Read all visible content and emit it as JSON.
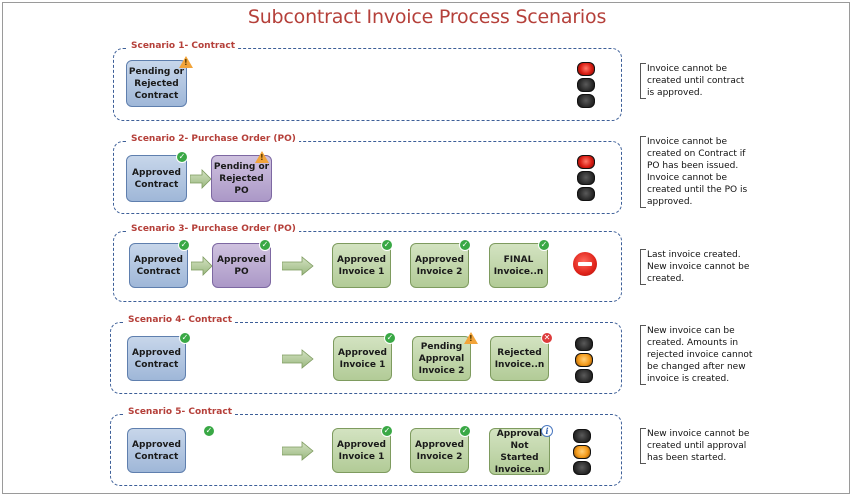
{
  "title": "Subcontract Invoice Process Scenarios",
  "scenarios": [
    {
      "label": "Scenario 1- Contract",
      "boxes": [
        "Pending or Rejected Contract"
      ],
      "light": "red",
      "note": [
        "Invoice cannot be",
        "created until contract",
        "is approved."
      ]
    },
    {
      "label": "Scenario 2- Purchase Order (PO)",
      "boxes": [
        "Approved Contract",
        "Pending or Rejected PO"
      ],
      "light": "red",
      "note": [
        "Invoice cannot be",
        "created on Contract if",
        "PO has been issued.",
        "Invoice cannot be",
        "created until the PO is",
        "approved."
      ]
    },
    {
      "label": "Scenario 3- Purchase Order (PO)",
      "boxes": [
        "Approved Contract",
        "Approved PO",
        "Approved Invoice 1",
        "Approved Invoice 2",
        "FINAL Invoice..n"
      ],
      "light": "stop",
      "note": [
        "Last invoice created.",
        "New invoice cannot be",
        "created."
      ]
    },
    {
      "label": "Scenario 4- Contract",
      "boxes": [
        "Approved Contract",
        "Approved Invoice 1",
        "Pending Approval Invoice 2",
        "Rejected Invoice..n"
      ],
      "light": "amber",
      "note": [
        "New invoice can be",
        "created.  Amounts in",
        "rejected invoice cannot",
        "be changed after new",
        "invoice is created."
      ]
    },
    {
      "label": "Scenario 5- Contract",
      "boxes": [
        "Approved Contract",
        "Approved Invoice 1",
        "Approved Invoice 2",
        "Approval Not Started Invoice..n"
      ],
      "light": "amber",
      "note": [
        "New invoice cannot be",
        "created until approval",
        "has been started."
      ]
    }
  ],
  "colors": {
    "title": "#b5403a",
    "contract_box": "#9fb7d8",
    "po_box": "#ab98c7",
    "invoice_box": "#b2cb97",
    "frame_border": "#3d5f98"
  },
  "icons": {
    "approved": "check-icon",
    "pending": "warning-icon",
    "rejected": "x-icon",
    "not_started": "info-icon",
    "blocked": "no-entry-icon",
    "status": "traffic-light-icon"
  }
}
